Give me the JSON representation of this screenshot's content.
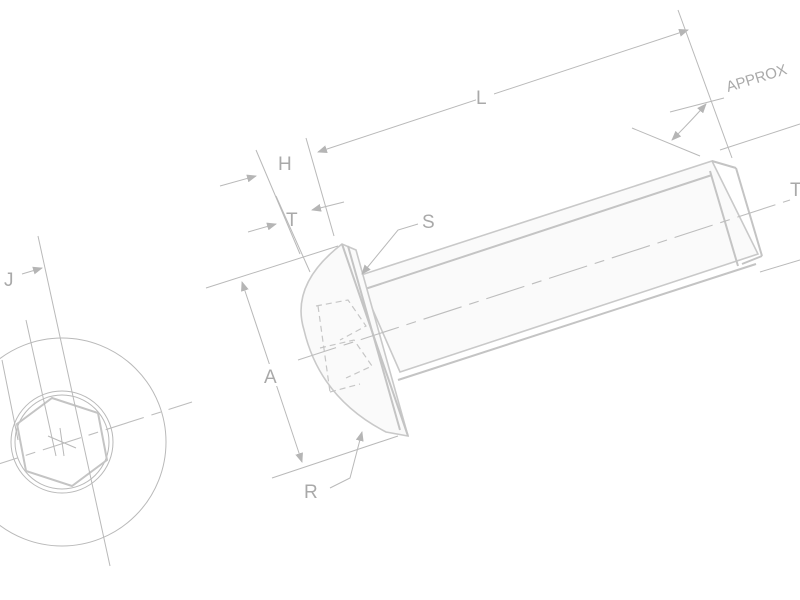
{
  "diagram": {
    "labels": {
      "L": "L",
      "H": "H",
      "T_head": "T",
      "S": "S",
      "A": "A",
      "R": "R",
      "J": "J",
      "approx": "APPROX",
      "T_thread": "T"
    }
  }
}
